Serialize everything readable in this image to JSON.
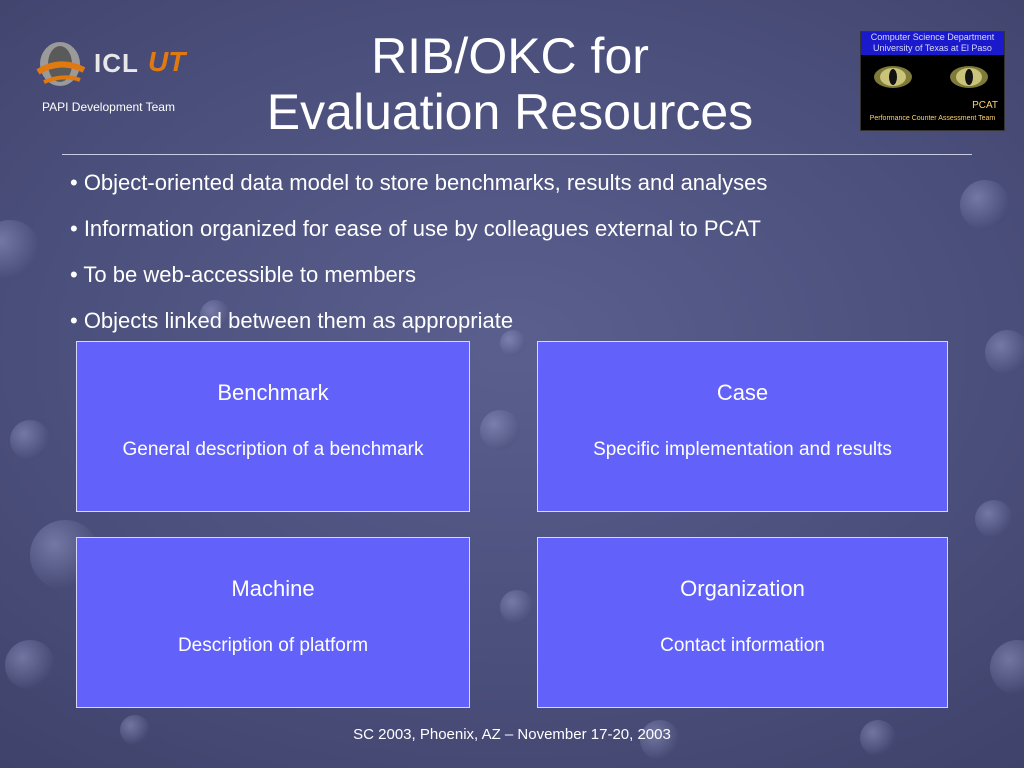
{
  "header": {
    "left_logo_text": "ICL",
    "left_logo_text2": "UT",
    "team": "PAPI Development Team",
    "title_line1": "RIB/OKC for",
    "title_line2": "Evaluation Resources"
  },
  "right_logo": {
    "line1": "Computer Science Department",
    "line2": "University of Texas at El Paso",
    "pcat": "PCAT",
    "team": "Performance Counter Assessment Team"
  },
  "bullets": [
    "• Object-oriented data model to store benchmarks, results and analyses",
    "• Information organized for ease of use by colleagues external to PCAT",
    "• To be web-accessible to members",
    "• Objects linked between them as appropriate"
  ],
  "cards": [
    {
      "title": "Benchmark",
      "desc": "General description of a benchmark"
    },
    {
      "title": "Case",
      "desc": "Specific implementation and results"
    },
    {
      "title": "Machine",
      "desc": "Description of platform"
    },
    {
      "title": "Organization",
      "desc": "Contact information"
    }
  ],
  "footer": "SC 2003, Phoenix, AZ – November 17-20, 2003",
  "colors": {
    "background": "#4a4e7a",
    "card": "#6262fa",
    "logo_band": "#1a1acc",
    "accent_text": "#ffd36b"
  }
}
